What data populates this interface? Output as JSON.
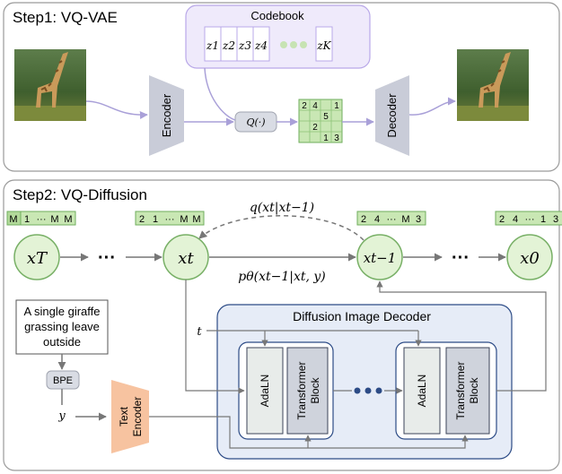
{
  "step1": {
    "title": "Step1: VQ-VAE",
    "codebook": {
      "title": "Codebook",
      "entries": [
        "z1",
        "z2",
        "z3",
        "z4"
      ],
      "last": "zK"
    },
    "encoder": "Encoder",
    "decoder": "Decoder",
    "quantizer": "Q(·)",
    "grid": [
      [
        "2",
        "4",
        "",
        "1"
      ],
      [
        "",
        "",
        "5",
        ""
      ],
      [
        "",
        "2",
        "",
        ""
      ],
      [
        "",
        "",
        "1",
        "3"
      ]
    ]
  },
  "step2": {
    "title": "Step2: VQ-Diffusion",
    "nodes": [
      {
        "label": "xT",
        "tokens": [
          "M",
          "1",
          "···",
          "M",
          "M"
        ]
      },
      {
        "label": "xt",
        "tokens": [
          "2",
          "1",
          "···",
          "M",
          "M"
        ]
      },
      {
        "label": "xt−1",
        "tokens": [
          "2",
          "4",
          "···",
          "M",
          "3"
        ]
      },
      {
        "label": "x0",
        "tokens": [
          "2",
          "4",
          "···",
          "1",
          "3"
        ]
      }
    ],
    "ellipsis": "···",
    "forward_label": "q(xt|xt−1)",
    "reverse_label": "pθ(xt−1|xt, y)",
    "prompt_lines": [
      "A single giraffe",
      "grassing leave",
      "outside"
    ],
    "bpe": "BPE",
    "y_label": "y",
    "t_label": "t",
    "text_encoder": [
      "Text",
      "Encoder"
    ],
    "decoder_title": "Diffusion Image Decoder",
    "adaln": "AdaLN",
    "transformer": [
      "Transformer",
      "Block"
    ]
  },
  "colors": {
    "panel_border": "#9a9a9a",
    "codebook_fill": "#efeafb",
    "codebook_border": "#b9a8e8",
    "trapezoid": "#c9ccd8",
    "token_green": "#c9e7b4",
    "token_border": "#6fae5c",
    "node_fill": "#e3f3d6",
    "node_border": "#78b066",
    "text_encoder": "#f7c3a0",
    "decoder_bg": "#e6ecf7",
    "decoder_border": "#2c4b86",
    "block_fill": "#cfd3dc"
  }
}
